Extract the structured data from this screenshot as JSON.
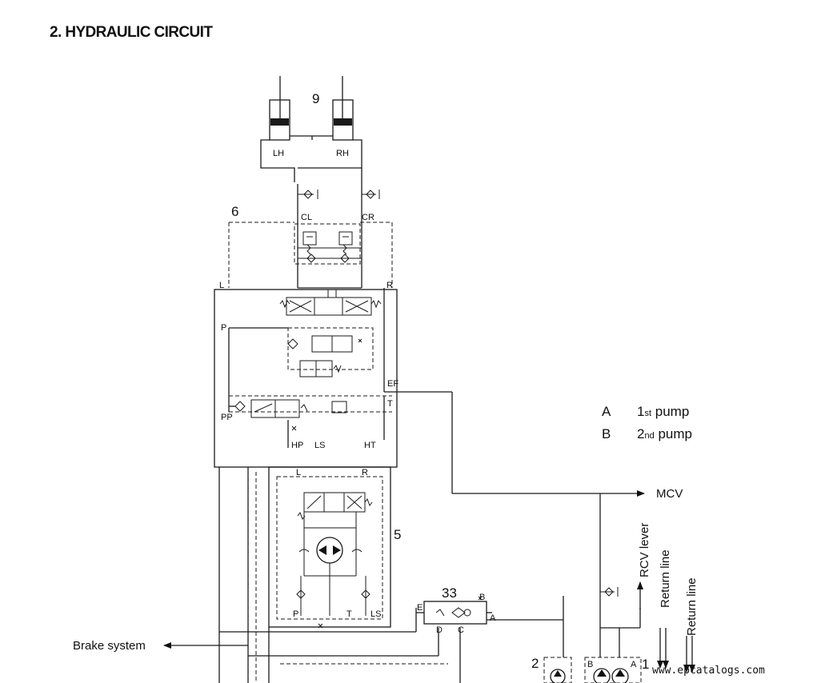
{
  "title": "2. HYDRAULIC CIRCUIT",
  "components": {
    "steering_cylinder": {
      "number": "9",
      "left_label": "LH",
      "right_label": "RH"
    },
    "cushion_valve": {
      "number": "6",
      "port_left": "CL",
      "port_right": "CR"
    },
    "steering_unit": {
      "port_l": "L",
      "port_r": "R",
      "port_p": "P",
      "port_ef": "EF",
      "port_pp": "PP",
      "port_t": "T",
      "port_hp": "HP",
      "port_ls": "LS",
      "port_ht": "HT"
    },
    "orbitrol": {
      "number": "5",
      "port_l": "L",
      "port_r": "R",
      "port_p": "P",
      "port_t": "T",
      "port_ls": "LS"
    },
    "priority_valve": {
      "number": "33",
      "port_a": "A",
      "port_b": "B",
      "port_c": "C",
      "port_d": "D",
      "port_e": "E"
    },
    "brake_pump": {
      "number": "2"
    },
    "main_pump": {
      "number": "1",
      "port_a": "A",
      "port_b": "B"
    }
  },
  "legend": [
    {
      "key": "A",
      "value_num": "1",
      "value_sup": "st",
      "value_text": " pump"
    },
    {
      "key": "B",
      "value_num": "2",
      "value_sup": "nd",
      "value_text": " pump"
    }
  ],
  "connections": {
    "mcv": "MCV",
    "brake_system": "Brake system",
    "rcv_lever": "RCV lever",
    "return_line_1": "Return line",
    "return_line_2": "Return line"
  },
  "watermark": "www.epcatalogs.com"
}
